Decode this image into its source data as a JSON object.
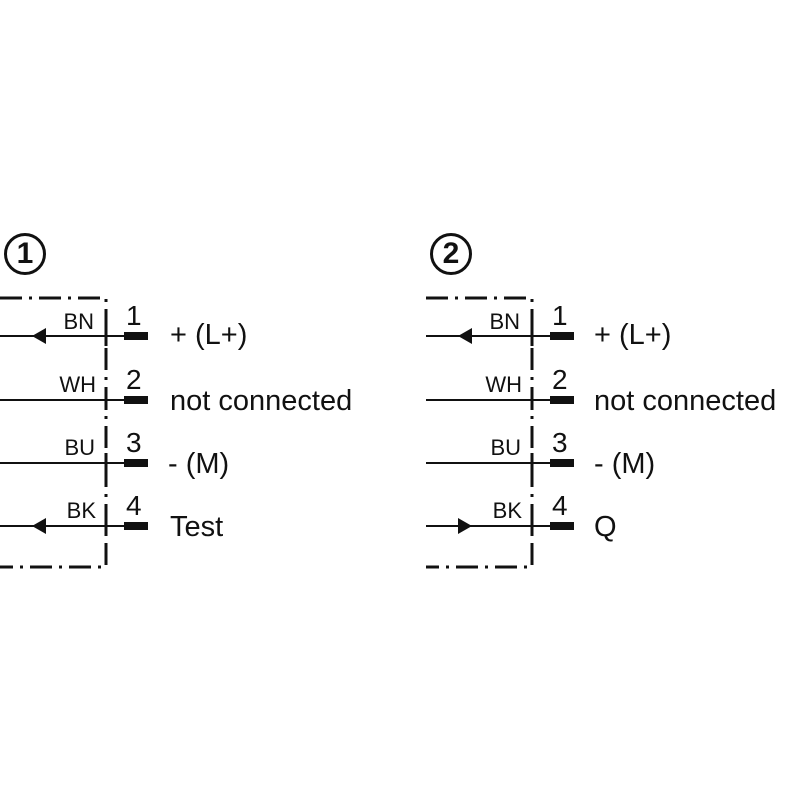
{
  "diagrams": [
    {
      "badge": "1",
      "pins": [
        {
          "pin": "1",
          "wire": "BN",
          "signal": "+ (L+)",
          "arrow": "left"
        },
        {
          "pin": "2",
          "wire": "WH",
          "signal": "not connected",
          "arrow": "none"
        },
        {
          "pin": "3",
          "wire": "BU",
          "signal": "- (M)",
          "arrow": "none"
        },
        {
          "pin": "4",
          "wire": "BK",
          "signal": "Test",
          "arrow": "left"
        }
      ]
    },
    {
      "badge": "2",
      "pins": [
        {
          "pin": "1",
          "wire": "BN",
          "signal": "+ (L+)",
          "arrow": "left"
        },
        {
          "pin": "2",
          "wire": "WH",
          "signal": "not connected",
          "arrow": "none"
        },
        {
          "pin": "3",
          "wire": "BU",
          "signal": "- (M)",
          "arrow": "none"
        },
        {
          "pin": "4",
          "wire": "BK",
          "signal": "Q",
          "arrow": "right"
        }
      ]
    }
  ],
  "colors": {
    "line": "#111111",
    "background": "#ffffff"
  }
}
